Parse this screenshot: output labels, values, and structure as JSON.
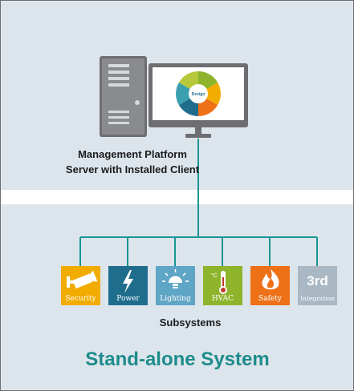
{
  "platform": {
    "label_line1": "Management Platform",
    "label_line2": "Server with Installed Client",
    "screen_logo_text": "Desigo"
  },
  "subsystems_label": "Subsystems",
  "title": "Stand-alone System",
  "colors": {
    "band": "#dde5ec",
    "line": "#1a9494",
    "title": "#1d8c8c"
  },
  "tiles": [
    {
      "label": "Security",
      "icon": "camera-icon",
      "color": "#f2ac00"
    },
    {
      "label": "Power",
      "icon": "lightning-icon",
      "color": "#1f6d8d"
    },
    {
      "label": "Lighting",
      "icon": "light-bulb-icon",
      "color": "#5fa5c5"
    },
    {
      "label": "HVAC",
      "icon": "thermometer-icon",
      "color": "#8eb42c"
    },
    {
      "label": "Safety",
      "icon": "flame-icon",
      "color": "#ee7118"
    },
    {
      "label": "Integration",
      "icon": "third-party-icon",
      "icon_text": "3rd",
      "color": "#a9b8c3"
    }
  ]
}
